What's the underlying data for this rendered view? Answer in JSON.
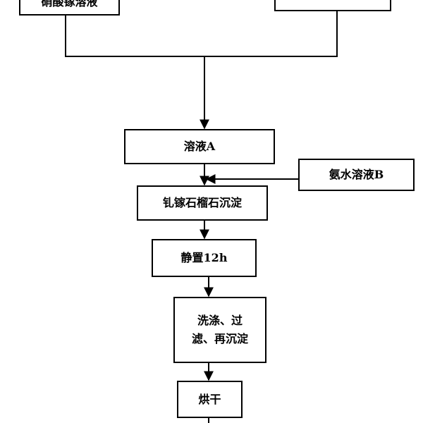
{
  "nodes": {
    "top_left_label": "硝酸镓溶液",
    "top_right_label": "",
    "solution_a": "溶液A",
    "ammonia_b": "氨水溶液B",
    "precipitate": "钆镓石榴石沉淀",
    "stand": "静置12h",
    "wash_line1": "洗涤、过",
    "wash_line2": "滤、再沉淀",
    "dry": "烘干"
  }
}
